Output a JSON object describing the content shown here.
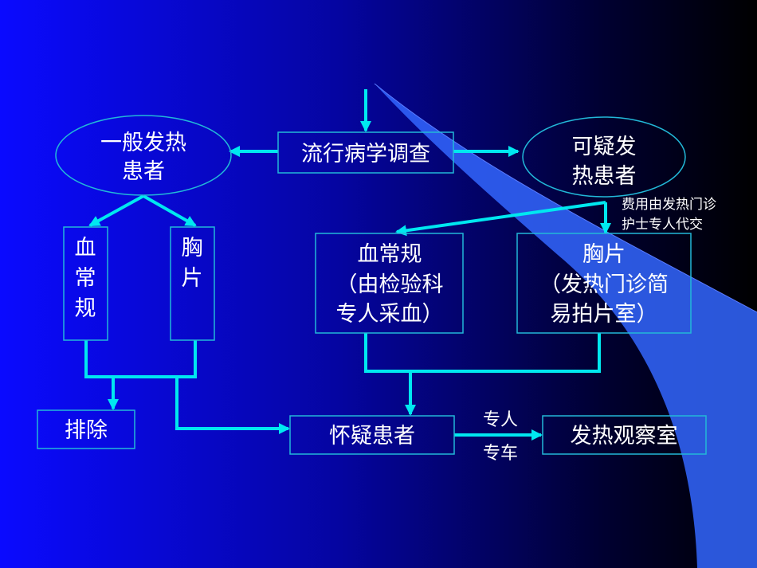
{
  "colors": {
    "arrow": "#00e8f0",
    "border": "#22b8d8",
    "bg_left": "#0a0aff",
    "bg_right": "#000000",
    "swoosh": "#3366ff"
  },
  "nodes": {
    "general_fever": [
      "一般发热",
      "患者"
    ],
    "epidemiology": "流行病学调查",
    "suspected_fever": [
      "可疑发",
      "热患者"
    ],
    "left_blood": [
      "血",
      "常",
      "规"
    ],
    "left_xray": [
      "胸",
      "片"
    ],
    "right_blood": [
      "血常规",
      "（由检验科",
      "专人采血）"
    ],
    "right_xray": [
      "胸片",
      "（发热门诊简",
      "易拍片室）"
    ],
    "exclude": "排除",
    "suspected_patient": "怀疑患者",
    "observation": "发热观察室"
  },
  "notes": {
    "fee": [
      "费用由发热门诊",
      "护士专人代交"
    ],
    "transport": [
      "专人",
      "专车"
    ]
  }
}
